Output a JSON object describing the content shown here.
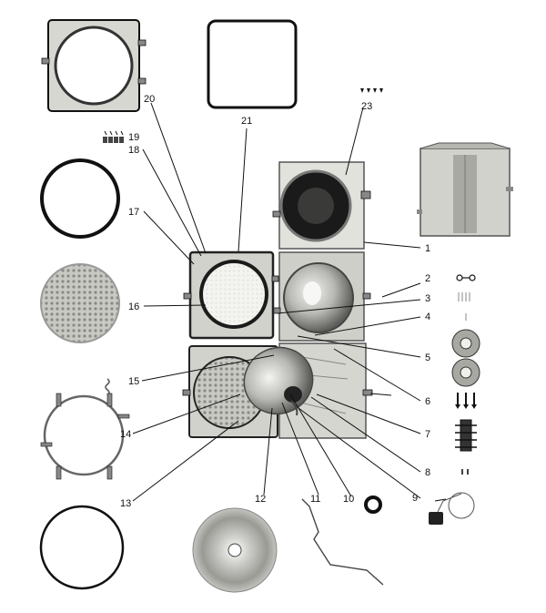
{
  "diagram": {
    "callouts": [
      "1",
      "2",
      "3",
      "4",
      "5",
      "6",
      "7",
      "8",
      "9",
      "10",
      "11",
      "12",
      "13",
      "14",
      "15",
      "16",
      "17",
      "18",
      "19",
      "20",
      "21",
      "23"
    ]
  },
  "colors": {
    "ink": "#111111",
    "metal_light": "#e4e4e0",
    "metal_mid": "#b9b9b4",
    "metal_dark": "#6f6f6a",
    "lens": "#f2f2ee",
    "black": "#1a1a1a"
  }
}
